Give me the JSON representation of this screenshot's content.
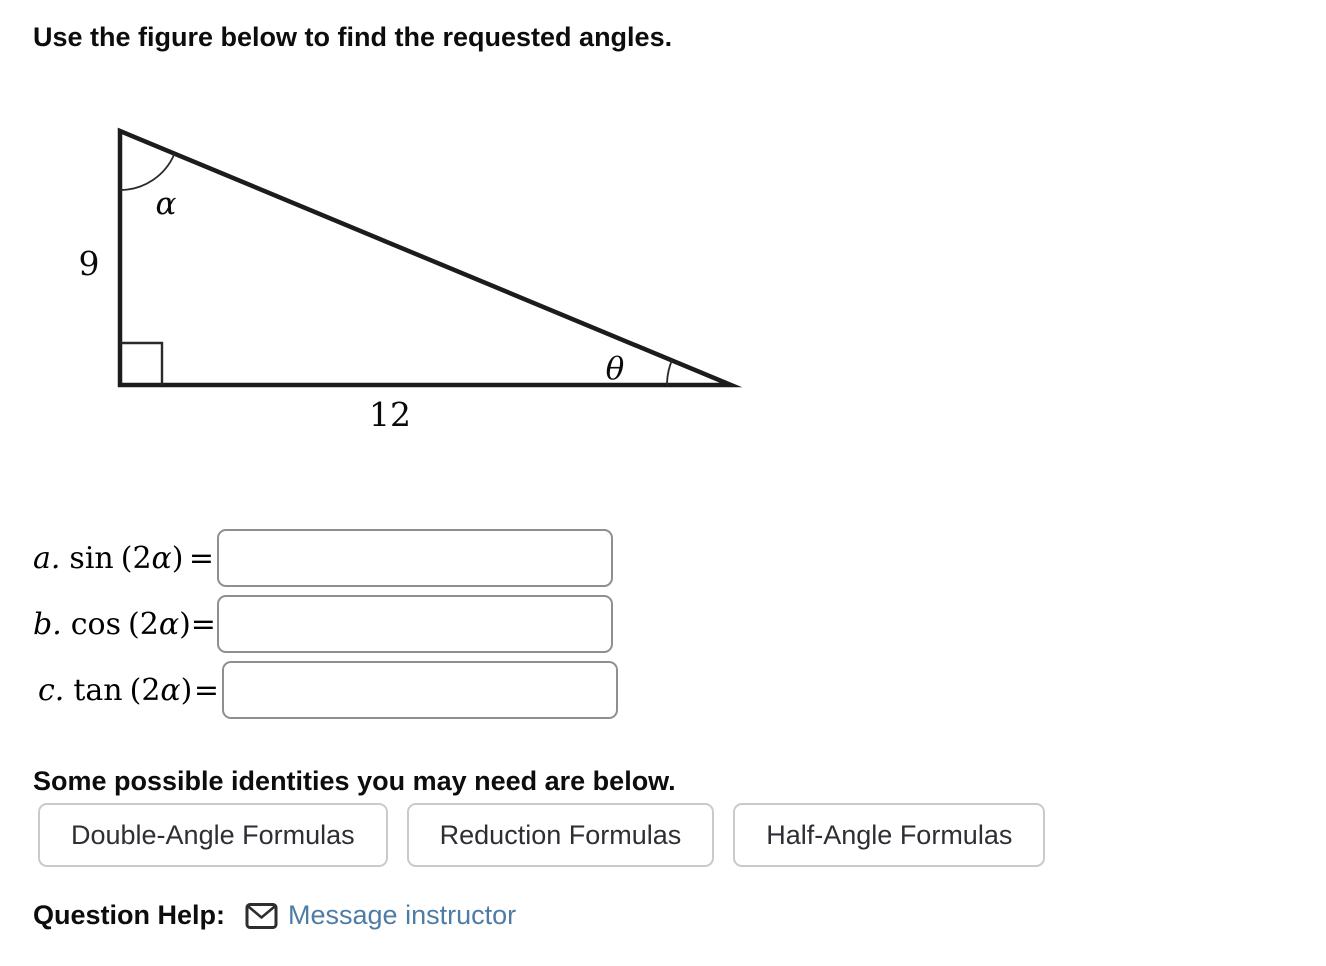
{
  "page": {
    "title": "Use the figure below to find the requested angles.",
    "identities_note": "Some possible identities you may need are below."
  },
  "figure": {
    "type": "right-triangle",
    "vertical_leg_label": "9",
    "horizontal_leg_label": "12",
    "top_angle_label": "α",
    "bottom_right_angle_label": "θ",
    "right_angle_position": "bottom-left"
  },
  "answers": {
    "rows": [
      {
        "letter": "a.",
        "fn": "sin",
        "open": "(2",
        "var": "α",
        "close": ")",
        "eq": "=",
        "value": ""
      },
      {
        "letter": "b.",
        "fn": "cos",
        "open": "(2",
        "var": "α",
        "close": ")",
        "eq": "=",
        "value": ""
      },
      {
        "letter": "c.",
        "fn": "tan",
        "open": "(2",
        "var": "α",
        "close": ")",
        "eq": "=",
        "value": ""
      }
    ]
  },
  "identity_buttons": [
    {
      "label": "Double-Angle Formulas"
    },
    {
      "label": "Reduction Formulas"
    },
    {
      "label": "Half-Angle Formulas"
    }
  ],
  "help": {
    "label": "Question Help:",
    "link": "Message instructor"
  },
  "colors": {
    "link": "#4e7ca4",
    "button_border": "#cacaca",
    "button_text": "#2e2e35",
    "input_border": "#8f8f8f",
    "figure_stroke": "#1c1c1c",
    "text": "#0d0d0d"
  }
}
